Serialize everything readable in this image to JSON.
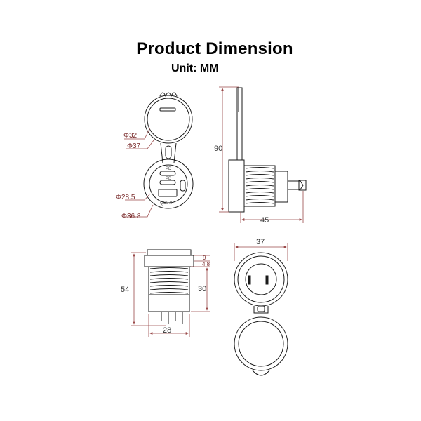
{
  "header": {
    "title": "Product Dimension",
    "unit": "Unit: MM"
  },
  "front_view": {
    "cap_inner_dia": "Φ32",
    "cap_outer_dia": "Φ37",
    "socket_inner_dia": "Φ28.5",
    "socket_outer_dia": "Φ36.8",
    "port_label_1": "PD",
    "port_label_2": "PD",
    "port_label_3": "QC3.0"
  },
  "side_view": {
    "height": "90",
    "depth": "45"
  },
  "cutaway_view": {
    "total_height": "54",
    "thread_height": "30",
    "thread_dia": "28",
    "flange_thickness_top": "9",
    "flange_thickness_bottom": "4.8"
  },
  "top_view": {
    "width": "37"
  },
  "colors": {
    "line": "#1a1a1a",
    "dimension_line": "#9a4a4a",
    "text": "#333333"
  }
}
